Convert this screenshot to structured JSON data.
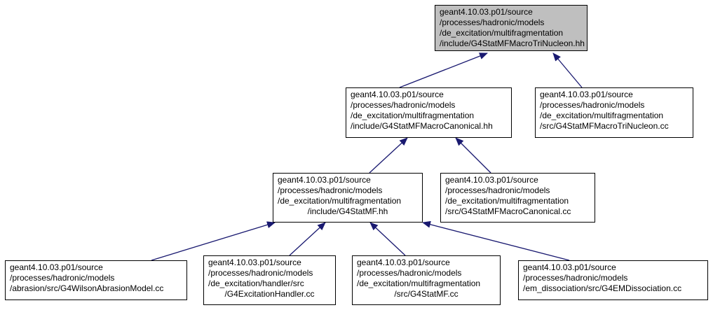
{
  "colors": {
    "edge": "#191970",
    "root_fill": "#bfbfbf",
    "node_fill": "#ffffff",
    "border": "#000000"
  },
  "nodes": {
    "root": {
      "lines": [
        "geant4.10.03.p01/source",
        "/processes/hadronic/models",
        "/de_excitation/multifragmentation",
        "/include/G4StatMFMacroTriNucleon.hh"
      ]
    },
    "macro_canonical_hh": {
      "lines": [
        "geant4.10.03.p01/source",
        "/processes/hadronic/models",
        "/de_excitation/multifragmentation",
        "/include/G4StatMFMacroCanonical.hh"
      ]
    },
    "macro_trinucleon_cc": {
      "lines": [
        "geant4.10.03.p01/source",
        "/processes/hadronic/models",
        "/de_excitation/multifragmentation",
        "/src/G4StatMFMacroTriNucleon.cc"
      ]
    },
    "statmf_hh": {
      "lines": [
        "geant4.10.03.p01/source",
        "/processes/hadronic/models",
        "/de_excitation/multifragmentation",
        "/include/G4StatMF.hh"
      ]
    },
    "macro_canonical_cc": {
      "lines": [
        "geant4.10.03.p01/source",
        "/processes/hadronic/models",
        "/de_excitation/multifragmentation",
        "/src/G4StatMFMacroCanonical.cc"
      ]
    },
    "wilson_cc": {
      "lines": [
        "geant4.10.03.p01/source",
        "/processes/hadronic/models",
        "/abrasion/src/G4WilsonAbrasionModel.cc"
      ]
    },
    "excitation_handler_cc": {
      "lines": [
        "geant4.10.03.p01/source",
        "/processes/hadronic/models",
        "/de_excitation/handler/src",
        "/G4ExcitationHandler.cc"
      ]
    },
    "statmf_cc": {
      "lines": [
        "geant4.10.03.p01/source",
        "/processes/hadronic/models",
        "/de_excitation/multifragmentation",
        "/src/G4StatMF.cc"
      ]
    },
    "em_dissociation_cc": {
      "lines": [
        "geant4.10.03.p01/source",
        "/processes/hadronic/models",
        "/em_dissociation/src/G4EMDissociation.cc"
      ]
    }
  }
}
